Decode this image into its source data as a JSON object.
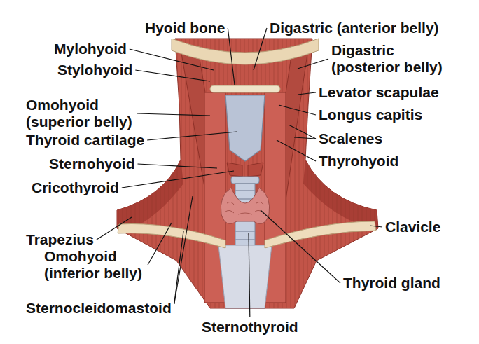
{
  "diagram": {
    "labels": [
      "Hyoid bone",
      "Digastric (anterior belly)",
      "Mylohyoid",
      "Digastric (posterior belly)",
      "Stylohyoid",
      "Levator scapulae",
      "Omohyoid (superior belly)",
      "Longus capitis",
      "Scalenes",
      "Thyroid cartilage",
      "Thyrohyoid",
      "Sternohyoid",
      "Cricothyroid",
      "Clavicle",
      "Trapezius",
      "Omohyoid (inferior belly)",
      "Thyroid gland",
      "Sternocleidomastoid",
      "Sternothyroid"
    ]
  }
}
